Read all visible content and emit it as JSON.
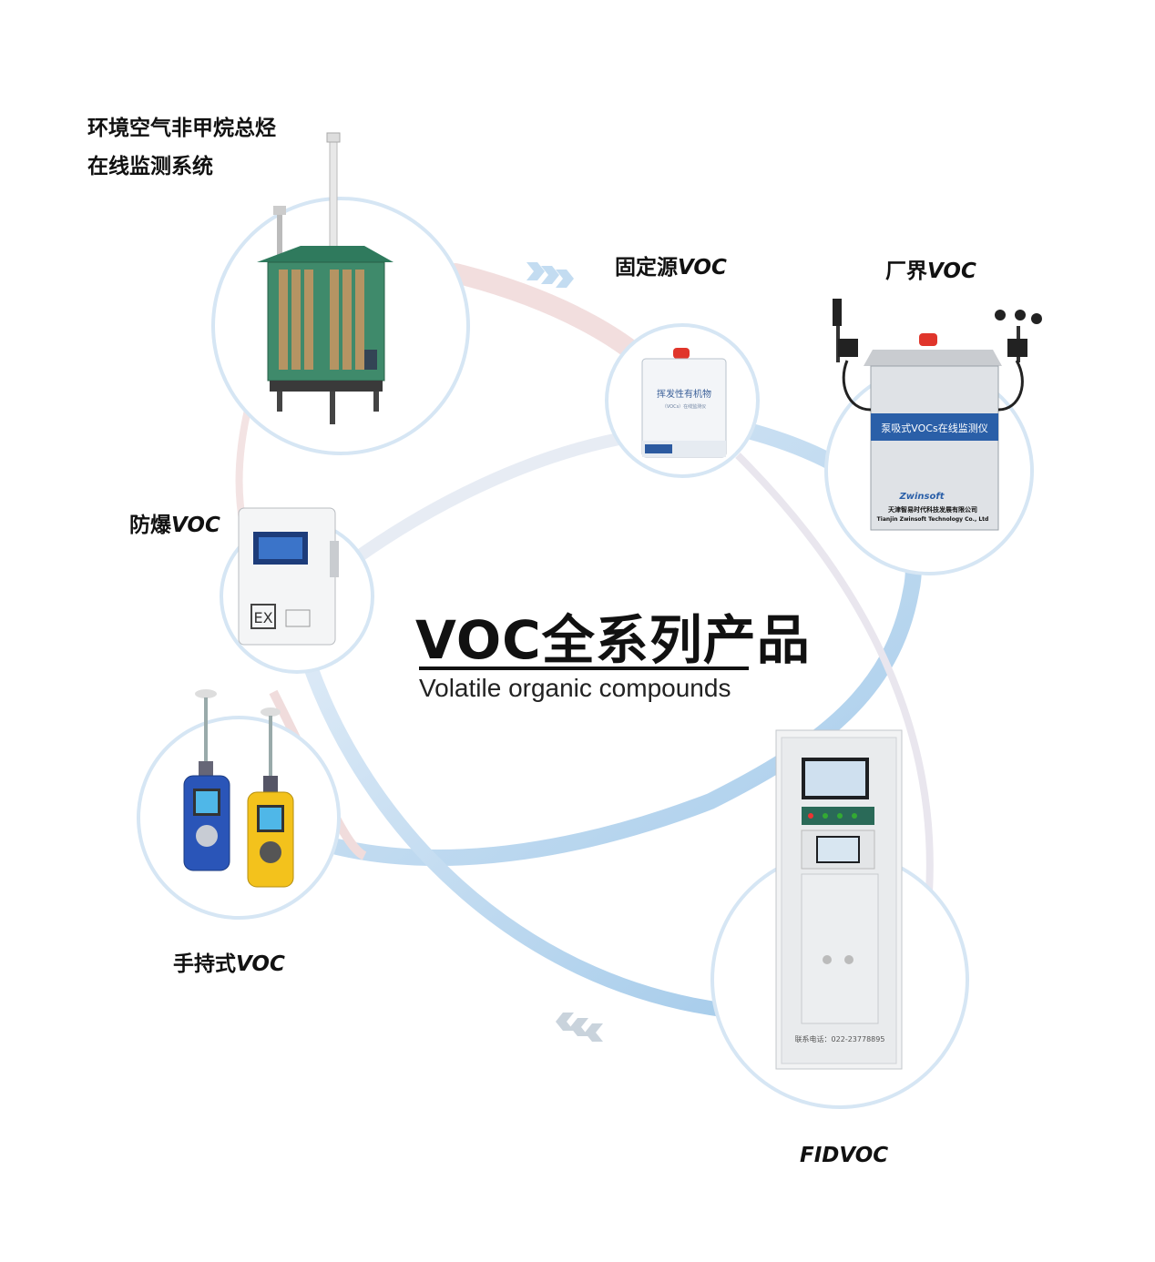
{
  "title": {
    "main": "VOC全系列产品",
    "subtitle": "Volatile organic compounds"
  },
  "products": [
    {
      "label_lines": [
        "环境空气非甲烷总烃",
        "在线监测系统"
      ]
    },
    {
      "cn": "固定源",
      "en": "VOC"
    },
    {
      "cn": "厂界",
      "en": "VOC"
    },
    {
      "cn": "防爆",
      "en": "VOC"
    },
    {
      "cn": "手持式",
      "en": "VOC"
    },
    {
      "cn": "",
      "en": "FIDVOC"
    }
  ],
  "device_texts": {
    "fixed_panel_line1": "挥发性有机物",
    "fixed_panel_line2": "（VOCs）在线监测仪",
    "boundary_banner": "泵吸式VOCs在线监测仪",
    "boundary_company_cn": "天津智易时代科技发展有限公司",
    "boundary_company_en": "Tianjin Zwinsoft Technology Co., Ltd",
    "boundary_brand": "Zwinsoft",
    "explosion_mark": "EX",
    "fid_phone": "联系电话：022-23778895"
  },
  "colors": {
    "ring_blue": "#cfe3f4",
    "arc_blue": "#a9cdea",
    "arc_pink": "#f1dede",
    "cabinet_green": "#3f8a6b",
    "handheld_blue": "#2a55b8",
    "handheld_yellow": "#f3c21c"
  }
}
